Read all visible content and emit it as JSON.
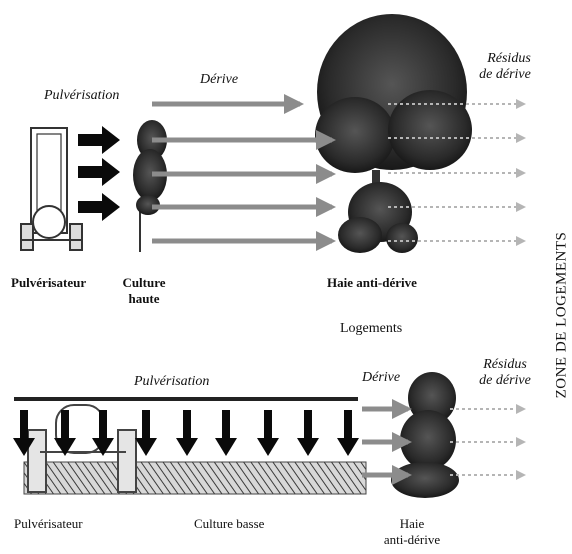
{
  "top": {
    "pulverisation": "Pulvérisation",
    "derive": "Dérive",
    "residus_line1": "Résidus",
    "residus_line2": "de dérive",
    "pulverisateur": "Pulvérisateur",
    "culture_line1": "Culture",
    "culture_line2": "haute",
    "haie": "Haie anti-dérive"
  },
  "middle": {
    "logements": "Logements"
  },
  "side": {
    "zone": "ZONE DE LOGEMENTS"
  },
  "bottom": {
    "pulverisation": "Pulvérisation",
    "derive": "Dérive",
    "residus_line1": "Résidus",
    "residus_line2": "de dérive",
    "pulverisateur": "Pulvérisateur",
    "culture": "Culture basse",
    "haie_line1": "Haie",
    "haie_line2": "anti-dérive"
  },
  "colors": {
    "spray_arrow": "#0a0a0a",
    "drift_arrow": "#8c8c8c",
    "residue_arrow": "#bdbdbd",
    "foliage": "#2e2e2e"
  }
}
